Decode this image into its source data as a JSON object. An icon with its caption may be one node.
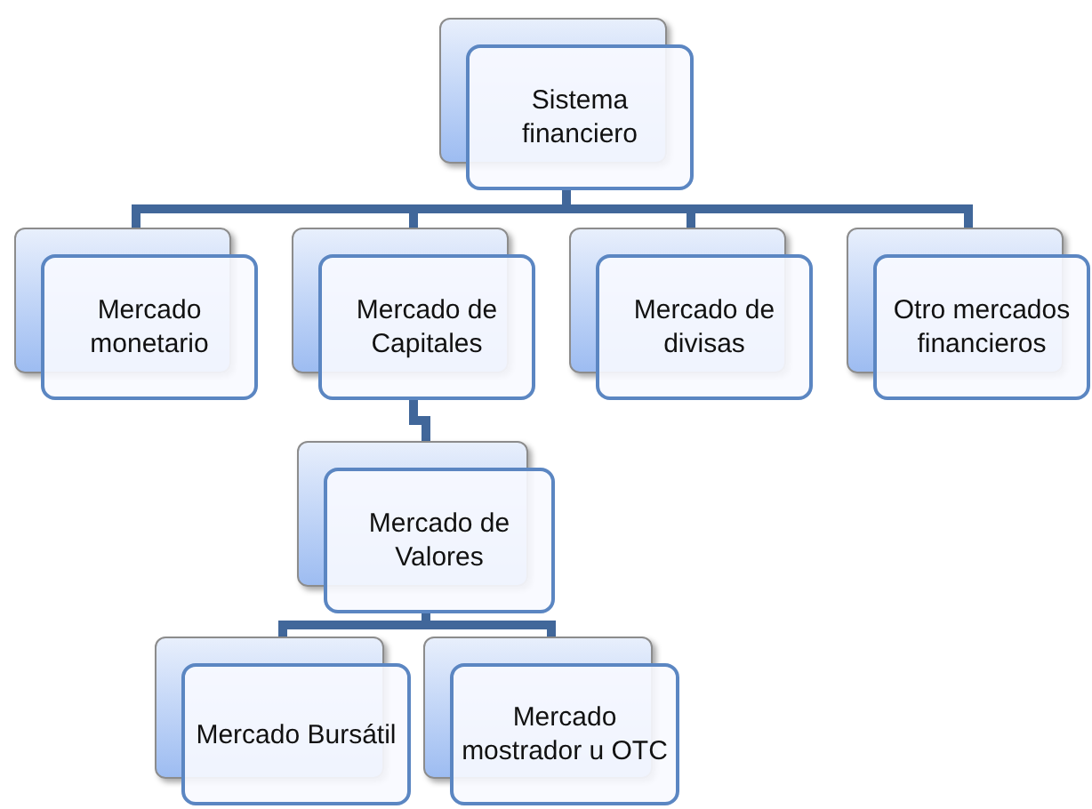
{
  "diagram": {
    "nodes": [
      {
        "text": [
          "Sistema financiero"
        ]
      },
      {
        "text": [
          "Mercado monetario"
        ]
      },
      {
        "text": [
          "Mercado de Capitales"
        ]
      },
      {
        "text": [
          "Mercado de divisas"
        ]
      },
      {
        "text": [
          "Otro mercados financieros"
        ]
      },
      {
        "text": [
          "Mercado de Valores"
        ]
      },
      {
        "text": [
          "Mercado Bursátil"
        ]
      },
      {
        "text": [
          "Mercado mostrador u OTC"
        ]
      }
    ],
    "edges": [
      {
        "from": 0,
        "to": 1,
        "arrow": "none"
      },
      {
        "from": 0,
        "to": 2,
        "arrow": "none"
      },
      {
        "from": 0,
        "to": 3,
        "arrow": "none"
      },
      {
        "from": 0,
        "to": 4,
        "arrow": "none"
      },
      {
        "from": 2,
        "to": 5,
        "arrow": "none"
      },
      {
        "from": 5,
        "to": 6,
        "arrow": "none"
      },
      {
        "from": 5,
        "to": 7,
        "arrow": "none"
      }
    ]
  }
}
